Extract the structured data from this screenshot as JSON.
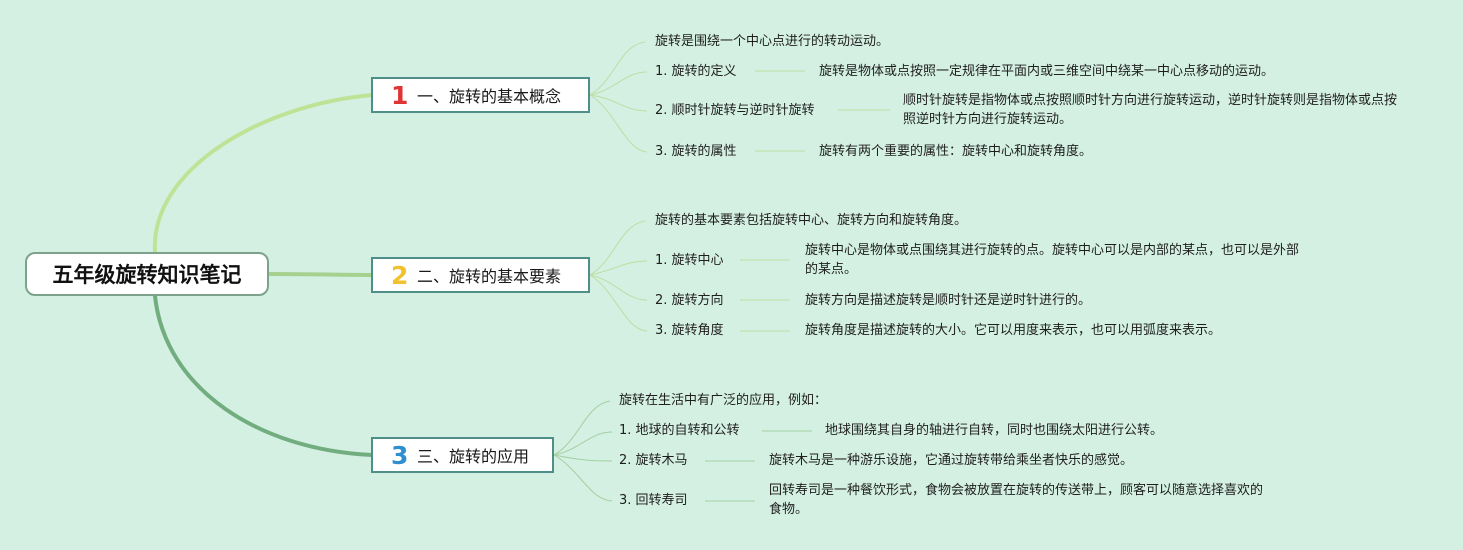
{
  "root": "五年级旋转知识笔记",
  "topics": [
    {
      "num": "1",
      "label": "一、旋转的基本概念",
      "intro": "旋转是围绕一个中心点进行的转动运动。",
      "items": [
        {
          "title": "1. 旋转的定义",
          "desc": "旋转是物体或点按照一定规律在平面内或三维空间中绕某一中心点移动的运动。"
        },
        {
          "title": "2. 顺时针旋转与逆时针旋转",
          "desc": "顺时针旋转是指物体或点按照顺时针方向进行旋转运动，逆时针旋转则是指物体或点按照逆时针方向进行旋转运动。"
        },
        {
          "title": "3. 旋转的属性",
          "desc": "旋转有两个重要的属性：旋转中心和旋转角度。"
        }
      ]
    },
    {
      "num": "2",
      "label": "二、旋转的基本要素",
      "intro": "旋转的基本要素包括旋转中心、旋转方向和旋转角度。",
      "items": [
        {
          "title": "1. 旋转中心",
          "desc": "旋转中心是物体或点围绕其进行旋转的点。旋转中心可以是内部的某点，也可以是外部的某点。"
        },
        {
          "title": "2. 旋转方向",
          "desc": "旋转方向是描述旋转是顺时针还是逆时针进行的。"
        },
        {
          "title": "3. 旋转角度",
          "desc": "旋转角度是描述旋转的大小。它可以用度来表示，也可以用弧度来表示。"
        }
      ]
    },
    {
      "num": "3",
      "label": "三、旋转的应用",
      "intro": "旋转在生活中有广泛的应用，例如：",
      "items": [
        {
          "title": "1. 地球的自转和公转",
          "desc": "地球围绕其自身的轴进行自转，同时也围绕太阳进行公转。"
        },
        {
          "title": "2. 旋转木马",
          "desc": "旋转木马是一种游乐设施，它通过旋转带给乘坐者快乐的感觉。"
        },
        {
          "title": "3. 回转寿司",
          "desc": "回转寿司是一种餐饮形式，食物会被放置在旋转的传送带上，顾客可以随意选择喜欢的食物。"
        }
      ]
    }
  ]
}
